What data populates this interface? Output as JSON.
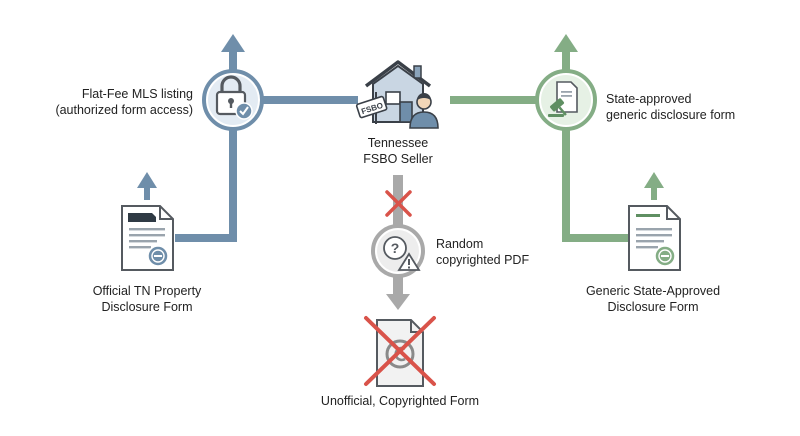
{
  "colors": {
    "blue": "#6f8eaa",
    "blue_dark": "#4d6b86",
    "blue_light": "#e3ebf3",
    "green": "#84ad85",
    "green_dark": "#5f8f62",
    "green_light": "#e6f1e5",
    "gray": "#a9a9a9",
    "gray_light": "#ededed",
    "red": "#d9534a",
    "text": "#222222"
  },
  "center": {
    "label_lines": [
      "Tennessee",
      "FSBO Seller"
    ],
    "sign_text": "FSBO",
    "icon": "house-with-person-icon"
  },
  "left_path": {
    "hub_label_lines": [
      "Flat-Fee MLS listing",
      "(authorized form access)"
    ],
    "hub_icon": "lock-with-check-icon",
    "doc_label_lines": [
      "Official TN Property",
      "Disclosure Form"
    ],
    "doc_icon": "tn-document-seal-icon"
  },
  "right_path": {
    "hub_label_lines": [
      "State-approved",
      "generic disclosure form"
    ],
    "hub_icon": "document-gavel-icon",
    "doc_label_lines": [
      "Generic State-Approved",
      "Disclosure Form"
    ],
    "doc_icon": "generic-document-seal-icon"
  },
  "bottom_path": {
    "mid_label_lines": [
      "Random",
      "copyrighted PDF"
    ],
    "mid_icon": "question-warning-icon",
    "result_label_lines": [
      "Unofficial, Copyrighted Form"
    ],
    "result_icon": "copyright-document-crossed-icon"
  }
}
